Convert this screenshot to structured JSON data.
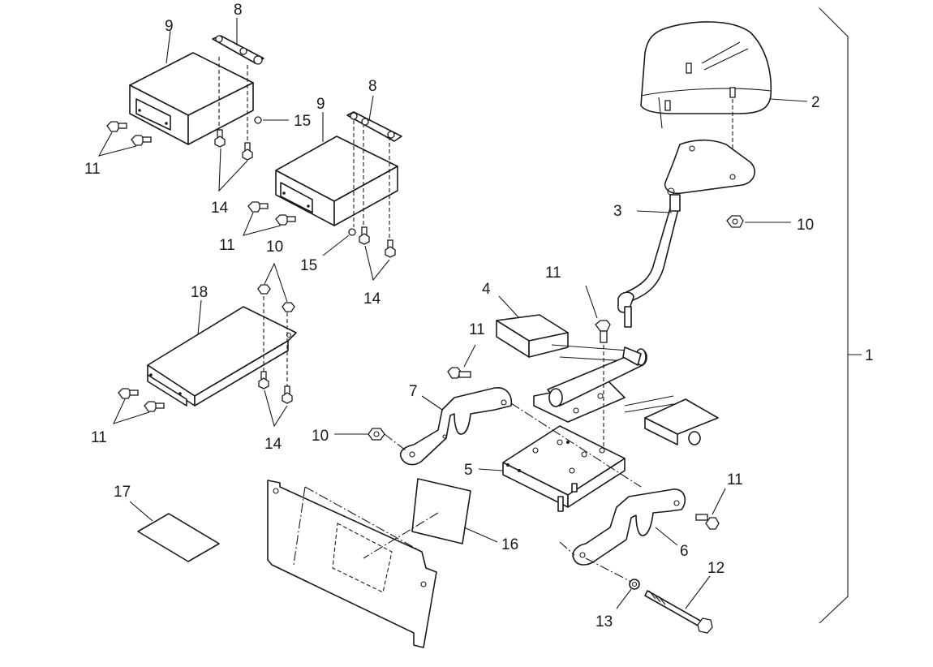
{
  "diagram": {
    "callouts": [
      {
        "id": "c1",
        "label": "1"
      },
      {
        "id": "c2",
        "label": "2"
      },
      {
        "id": "c3",
        "label": "3"
      },
      {
        "id": "c4",
        "label": "4"
      },
      {
        "id": "c5",
        "label": "5"
      },
      {
        "id": "c6",
        "label": "6"
      },
      {
        "id": "c7",
        "label": "7"
      },
      {
        "id": "c8a",
        "label": "8"
      },
      {
        "id": "c8b",
        "label": "8"
      },
      {
        "id": "c9a",
        "label": "9"
      },
      {
        "id": "c9b",
        "label": "9"
      },
      {
        "id": "c10a",
        "label": "10"
      },
      {
        "id": "c10b",
        "label": "10"
      },
      {
        "id": "c10c",
        "label": "10"
      },
      {
        "id": "c11a",
        "label": "11"
      },
      {
        "id": "c11b",
        "label": "11"
      },
      {
        "id": "c11c",
        "label": "11"
      },
      {
        "id": "c11d",
        "label": "11"
      },
      {
        "id": "c11e",
        "label": "11"
      },
      {
        "id": "c11f",
        "label": "11"
      },
      {
        "id": "c12",
        "label": "12"
      },
      {
        "id": "c13",
        "label": "13"
      },
      {
        "id": "c14a",
        "label": "14"
      },
      {
        "id": "c14b",
        "label": "14"
      },
      {
        "id": "c14c",
        "label": "14"
      },
      {
        "id": "c15a",
        "label": "15"
      },
      {
        "id": "c15b",
        "label": "15"
      },
      {
        "id": "c16",
        "label": "16"
      },
      {
        "id": "c17",
        "label": "17"
      },
      {
        "id": "c18",
        "label": "18"
      }
    ]
  }
}
